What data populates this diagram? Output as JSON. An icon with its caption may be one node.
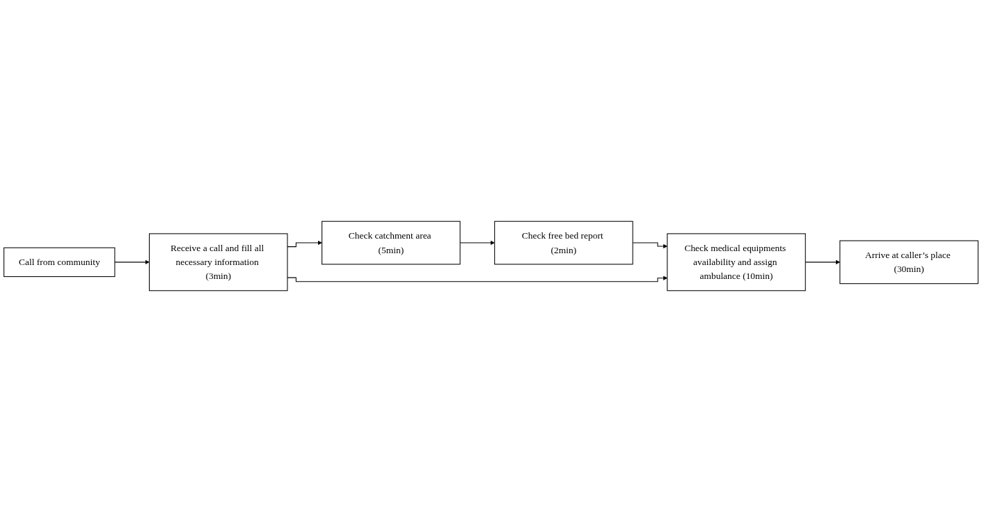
{
  "diagram": {
    "nodes": [
      {
        "text": [
          "Call from community"
        ]
      },
      {
        "text": [
          "Receive a call and fill all necessary information (3min)"
        ]
      },
      {
        "text": [
          "Check catchment area (5min)"
        ]
      },
      {
        "text": [
          "Check free bed report (2min)"
        ]
      },
      {
        "text": [
          "Check medical equipments availability and assign ambulance (10min)"
        ]
      },
      {
        "text": [
          "Arrive at caller’s place (30min)"
        ]
      }
    ],
    "edges": [
      {
        "from": 0,
        "to": 1,
        "arrow": "to"
      },
      {
        "from": 1,
        "to": 2,
        "arrow": "to"
      },
      {
        "from": 2,
        "to": 3,
        "arrow": "to"
      },
      {
        "from": 3,
        "to": 4,
        "arrow": "to"
      },
      {
        "from": 1,
        "to": 4,
        "arrow": "to"
      },
      {
        "from": 4,
        "to": 5,
        "arrow": "to"
      }
    ]
  }
}
